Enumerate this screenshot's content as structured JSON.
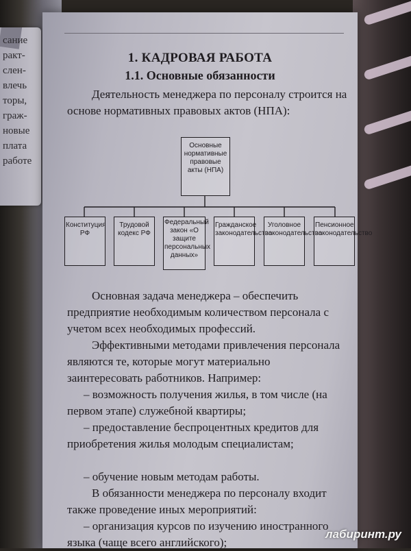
{
  "left_page_fragments": [
    "сание",
    "ракт-",
    "слен-",
    "влечь",
    "торы,",
    "граж-",
    "новые",
    "плата",
    "работе"
  ],
  "chapter_title": "1. КАДРОВАЯ РАБОТА",
  "section_title": "1.1. Основные обязанности",
  "intro_paragraph": "Деятельность менеджера по персоналу строится на основе нормативных правовых актов (НПА):",
  "diagram": {
    "root": "Основные нормативные правовые акты (НПА)",
    "children": [
      "Конституция РФ",
      "Трудовой кодекс РФ",
      "Федеральный закон «О защите персональных данных»",
      "Гражданское законодательство",
      "Уголовное законодательство",
      "Пенсионное законодательство"
    ]
  },
  "paragraph_task": "Основная задача менеджера – обеспечить предприятие необходимым количеством персонала с учетом всех необходимых профессий.",
  "paragraph_methods": "Эффективными методами привлечения персонала являются те, которые могут материально заинтересовать работников. Например:",
  "list_items": [
    "– возможность получения жилья, в том числе (на первом этапе) служебной квартиры;",
    "– предоставление беспроцентных кредитов для приобретения жилья молодым специалистам;",
    "– обучение новым методам работы."
  ],
  "paragraph_duties": "В обязанности менеджера по персоналу входит также проведение иных мероприятий:",
  "list_items_2": [
    "– организация курсов по изучению иностранного языка (чаще всего английского);"
  ],
  "watermark": "лабиринт.ру"
}
